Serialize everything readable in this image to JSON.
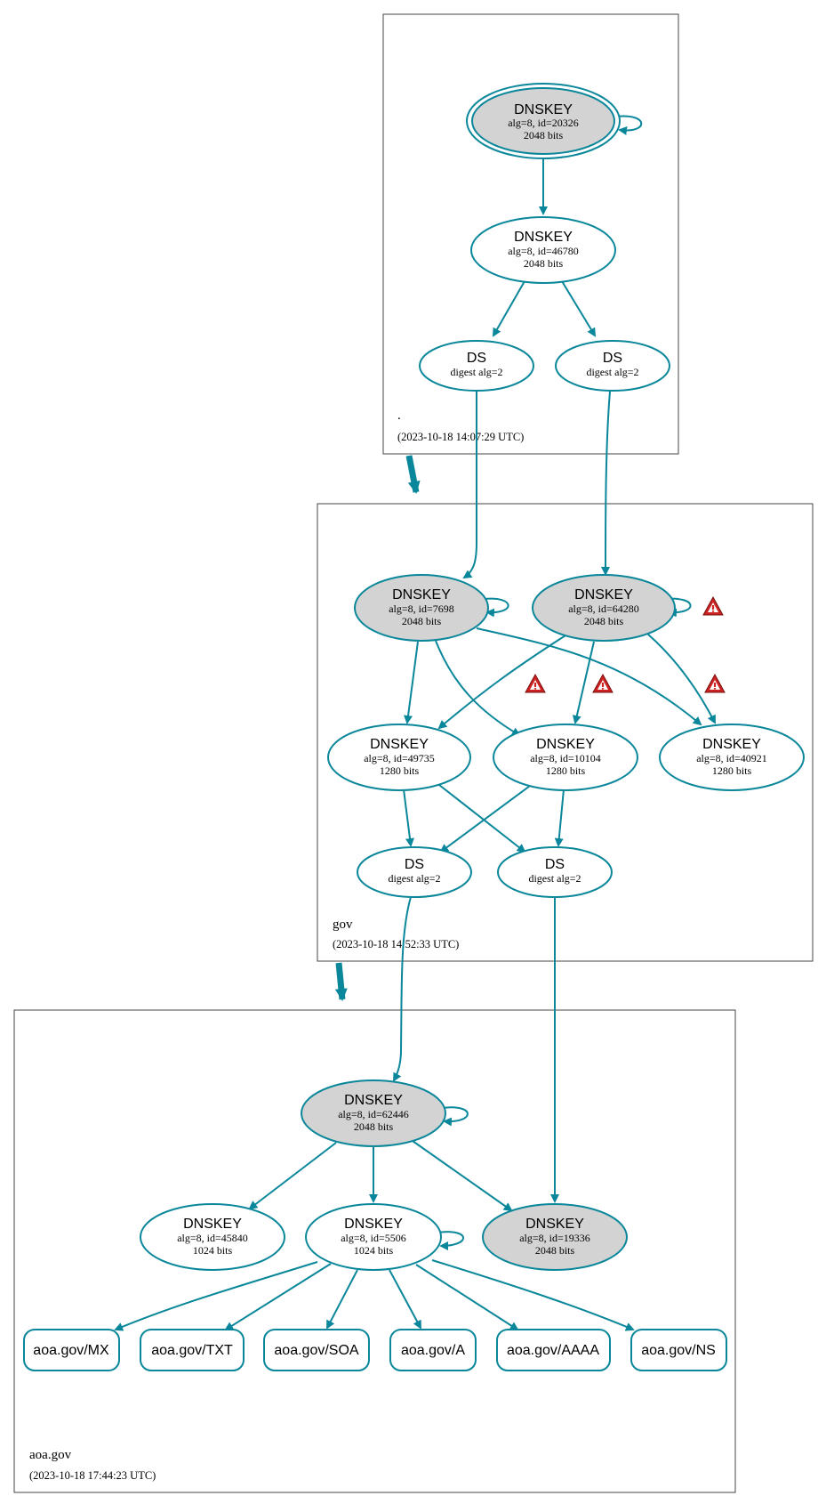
{
  "zones": [
    {
      "name": ".",
      "timestamp": "(2023-10-18 14:07:29 UTC)"
    },
    {
      "name": "gov",
      "timestamp": "(2023-10-18 14:52:33 UTC)"
    },
    {
      "name": "aoa.gov",
      "timestamp": "(2023-10-18 17:44:23 UTC)"
    }
  ],
  "nodes": {
    "root_ksk": {
      "title": "DNSKEY",
      "line1": "alg=8, id=20326",
      "line2": "2048 bits"
    },
    "root_zsk": {
      "title": "DNSKEY",
      "line1": "alg=8, id=46780",
      "line2": "2048 bits"
    },
    "root_ds1": {
      "title": "DS",
      "line1": "digest alg=2"
    },
    "root_ds2": {
      "title": "DS",
      "line1": "digest alg=2"
    },
    "gov_7698": {
      "title": "DNSKEY",
      "line1": "alg=8, id=7698",
      "line2": "2048 bits"
    },
    "gov_64280": {
      "title": "DNSKEY",
      "line1": "alg=8, id=64280",
      "line2": "2048 bits"
    },
    "gov_49735": {
      "title": "DNSKEY",
      "line1": "alg=8, id=49735",
      "line2": "1280 bits"
    },
    "gov_10104": {
      "title": "DNSKEY",
      "line1": "alg=8, id=10104",
      "line2": "1280 bits"
    },
    "gov_40921": {
      "title": "DNSKEY",
      "line1": "alg=8, id=40921",
      "line2": "1280 bits"
    },
    "gov_ds1": {
      "title": "DS",
      "line1": "digest alg=2"
    },
    "gov_ds2": {
      "title": "DS",
      "line1": "digest alg=2"
    },
    "aoa_62446": {
      "title": "DNSKEY",
      "line1": "alg=8, id=62446",
      "line2": "2048 bits"
    },
    "aoa_45840": {
      "title": "DNSKEY",
      "line1": "alg=8, id=45840",
      "line2": "1024 bits"
    },
    "aoa_5506": {
      "title": "DNSKEY",
      "line1": "alg=8, id=5506",
      "line2": "1024 bits"
    },
    "aoa_19336": {
      "title": "DNSKEY",
      "line1": "alg=8, id=19336",
      "line2": "2048 bits"
    }
  },
  "records": [
    "aoa.gov/MX",
    "aoa.gov/TXT",
    "aoa.gov/SOA",
    "aoa.gov/A",
    "aoa.gov/AAAA",
    "aoa.gov/NS"
  ],
  "colors": {
    "edge": "#0a879a",
    "ksk_fill": "#d3d3d3",
    "warning": "#cc2222"
  },
  "icons": {
    "warning": "warning-triangle-icon"
  }
}
